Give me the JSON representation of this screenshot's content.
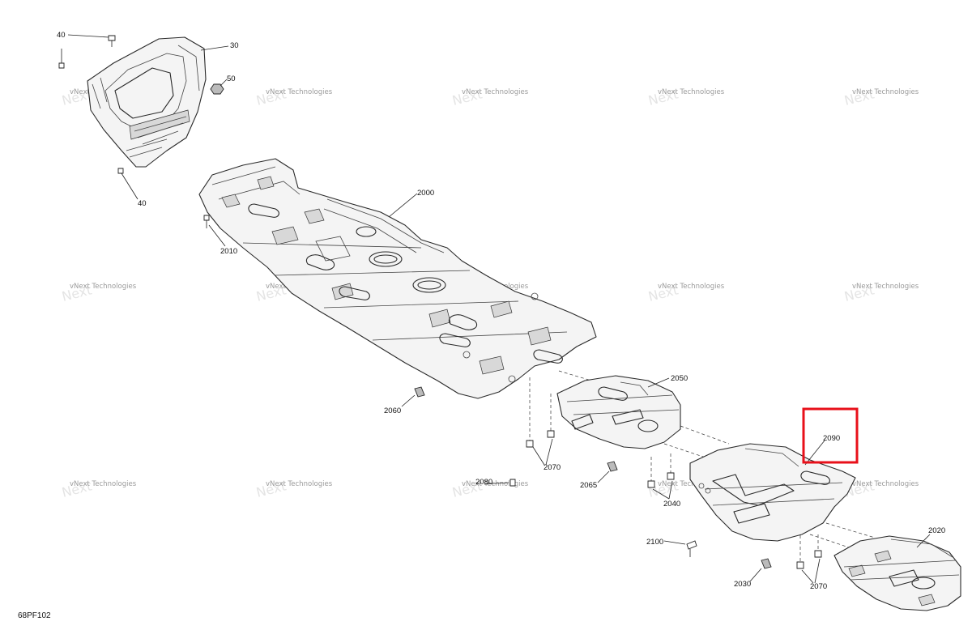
{
  "diagram": {
    "reference_code": "68PF102",
    "watermark_text": "vNext Technologies",
    "highlight_color": "#e8101a",
    "callouts": {
      "c40a": "40",
      "c30": "30",
      "c50": "50",
      "c40b": "40",
      "c2000": "2000",
      "c2010": "2010",
      "c2050": "2050",
      "c2060": "2060",
      "c2070a": "2070",
      "c2065": "2065",
      "c2080": "2080",
      "c2090": "2090",
      "c2040": "2040",
      "c2100": "2100",
      "c2020": "2020",
      "c2030": "2030",
      "c2070b": "2070"
    }
  }
}
